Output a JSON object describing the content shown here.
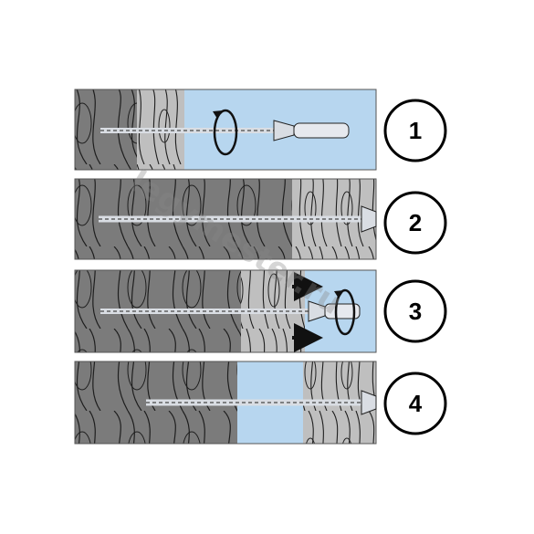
{
  "steps": [
    {
      "number": "1",
      "state": "screw driven through board into wall, rotating"
    },
    {
      "number": "2",
      "state": "screw fully through board into wall"
    },
    {
      "number": "3",
      "state": "board pulled out while unscrewing"
    },
    {
      "number": "4",
      "state": "gap between board and wall held by screw"
    }
  ],
  "watermark": "legymester.ru",
  "colors": {
    "wall": "#7b7b7b",
    "board": "#bfbfbf",
    "gap": "#b7d6ef",
    "line": "#222222",
    "screw": "#d9dde3"
  },
  "icons": {
    "rotation": "rotation-arrow-icon",
    "pull": "right-arrow-icon"
  }
}
